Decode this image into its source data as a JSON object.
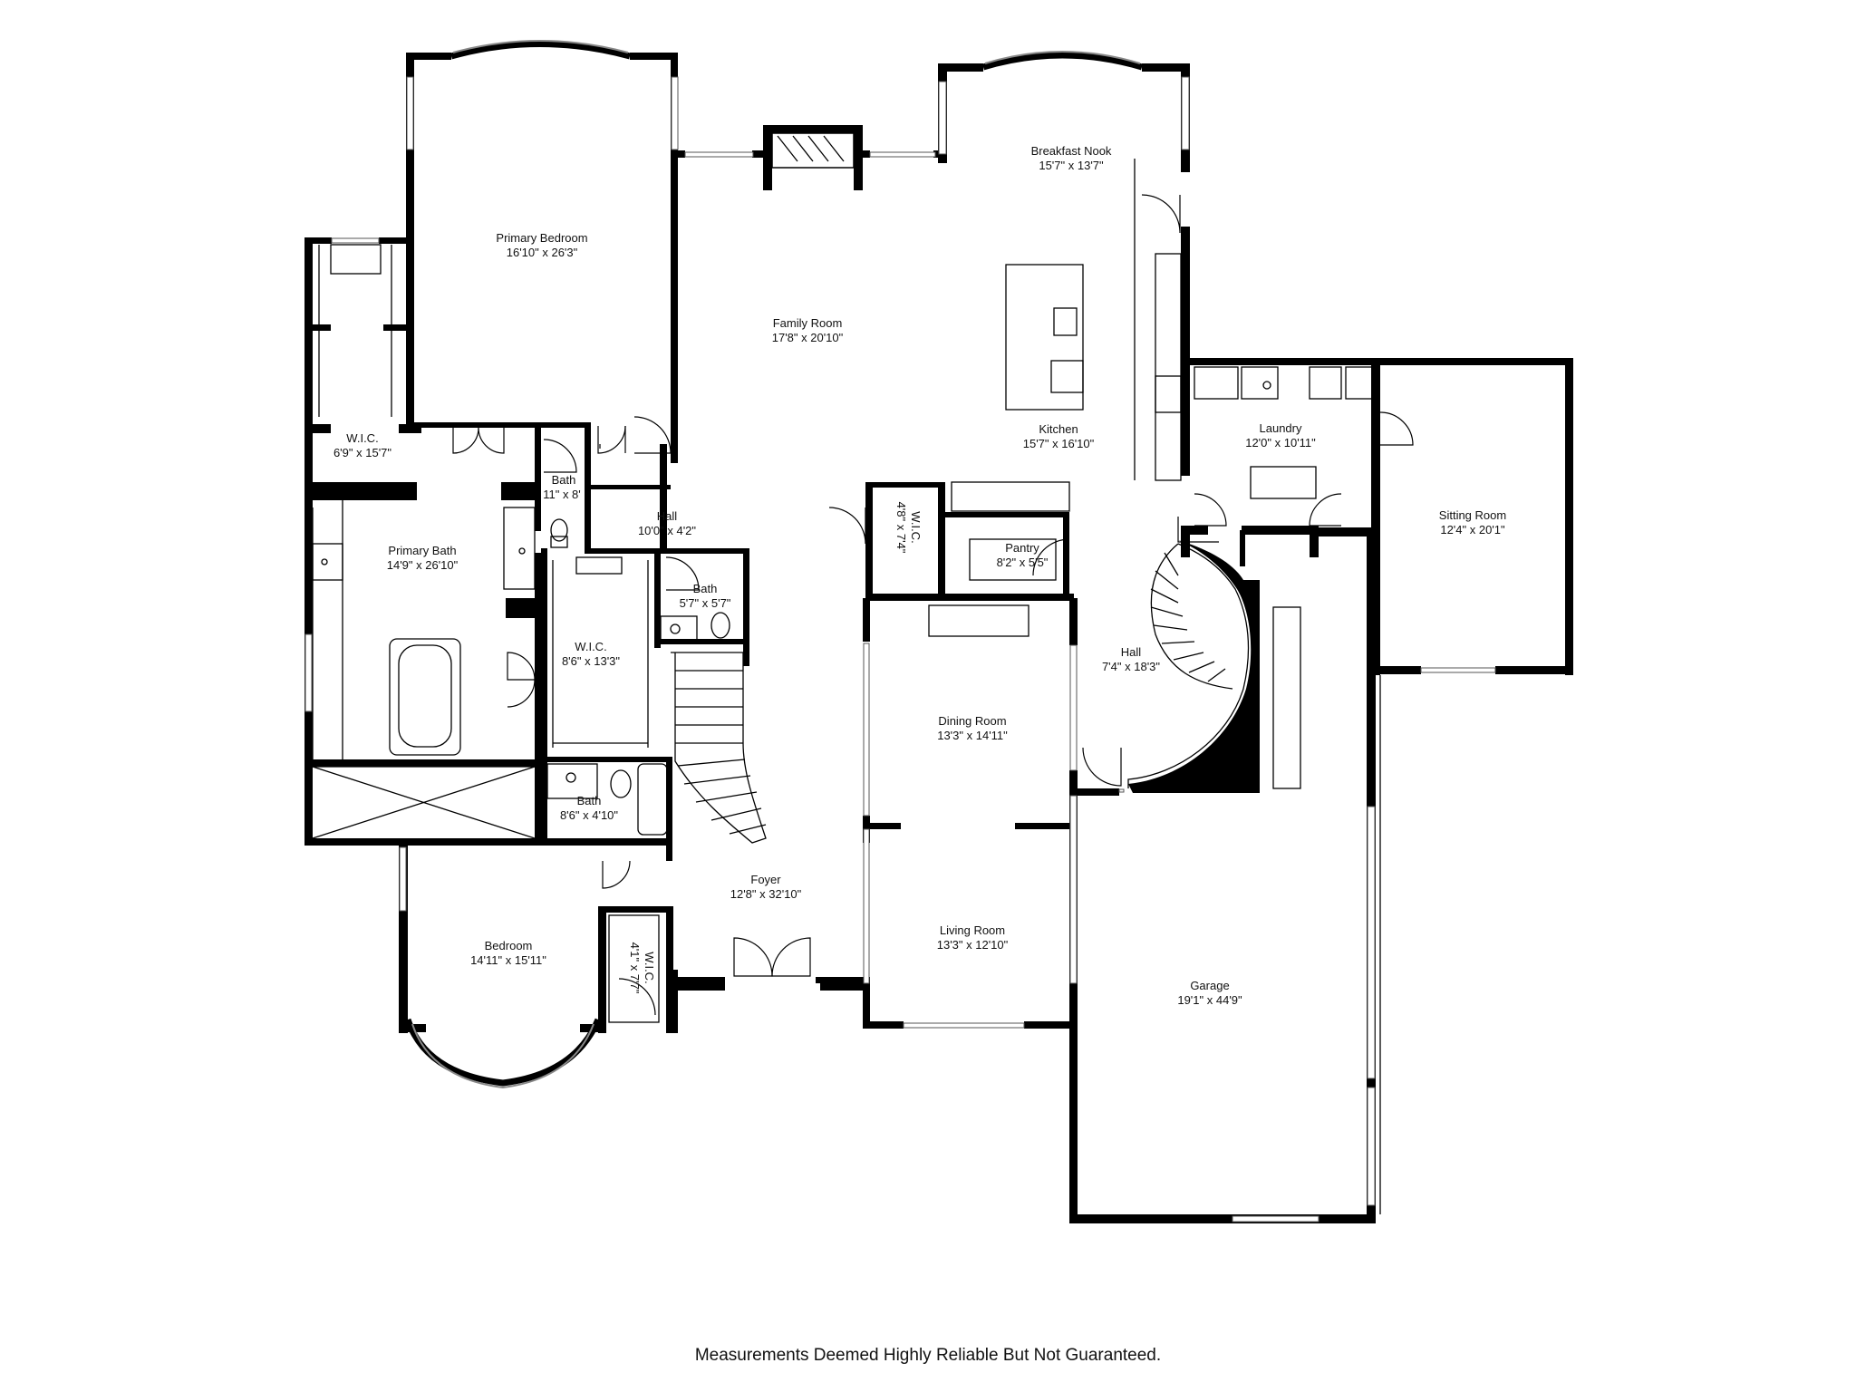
{
  "rooms": {
    "primary_bedroom": {
      "name": "Primary Bedroom",
      "dims": "16'10\" x 26'3\""
    },
    "wic_primary": {
      "name": "W.I.C.",
      "dims": "6'9\" x 15'7\""
    },
    "primary_bath": {
      "name": "Primary Bath",
      "dims": "14'9\" x 26'10\""
    },
    "bath_small": {
      "name": "Bath",
      "dims": "11\" x 8'"
    },
    "hall_small": {
      "name": "Hall",
      "dims": "10'0\" x 4'2\""
    },
    "wic_center": {
      "name": "W.I.C.",
      "dims": "8'6\" x 13'3\""
    },
    "bath_center": {
      "name": "Bath",
      "dims": "5'7\" x 5'7\""
    },
    "bath_lower": {
      "name": "Bath",
      "dims": "8'6\" x 4'10\""
    },
    "family_room": {
      "name": "Family Room",
      "dims": "17'8\" x 20'10\""
    },
    "breakfast_nook": {
      "name": "Breakfast Nook",
      "dims": "15'7\" x 13'7\""
    },
    "kitchen": {
      "name": "Kitchen",
      "dims": "15'7\" x 16'10\""
    },
    "wic_kitchen": {
      "name": "W.I.C.",
      "dims": "4'8\" x 7'4\""
    },
    "pantry": {
      "name": "Pantry",
      "dims": "8'2\" x 5'5\""
    },
    "laundry": {
      "name": "Laundry",
      "dims": "12'0\" x 10'11\""
    },
    "sitting_room": {
      "name": "Sitting Room",
      "dims": "12'4\" x 20'1\""
    },
    "hall_large": {
      "name": "Hall",
      "dims": "7'4\" x 18'3\""
    },
    "dining_room": {
      "name": "Dining Room",
      "dims": "13'3\" x 14'11\""
    },
    "foyer": {
      "name": "Foyer",
      "dims": "12'8\" x 32'10\""
    },
    "living_room": {
      "name": "Living Room",
      "dims": "13'3\" x 12'10\""
    },
    "bedroom": {
      "name": "Bedroom",
      "dims": "14'11\" x 15'11\""
    },
    "wic_bedroom": {
      "name": "W.I.C.",
      "dims": "4'1\" x 7'7\""
    },
    "garage": {
      "name": "Garage",
      "dims": "19'1\" x 44'9\""
    }
  },
  "disclaimer": "Measurements Deemed Highly Reliable But Not Guaranteed.",
  "colors": {
    "wall": "#000000",
    "background": "#ffffff"
  }
}
